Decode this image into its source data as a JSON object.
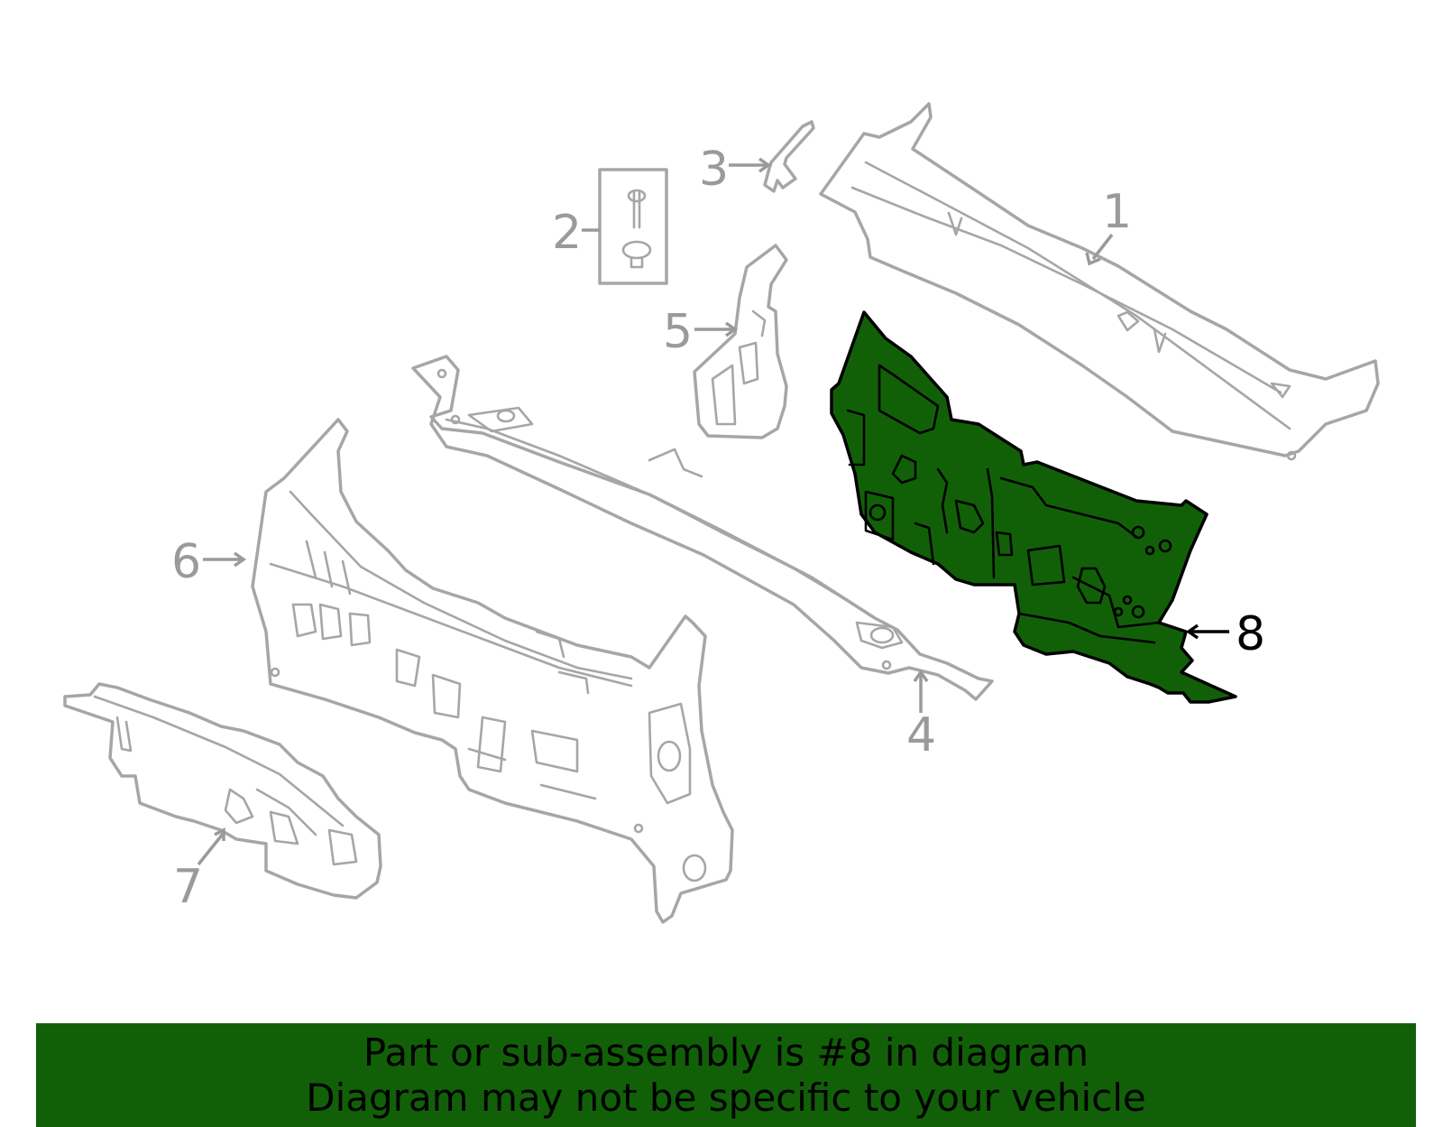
{
  "callouts": {
    "c1": "1",
    "c2": "2",
    "c3": "3",
    "c4": "4",
    "c5": "5",
    "c6": "6",
    "c7": "7",
    "c8": "8"
  },
  "banner": {
    "line1": "Part or sub-assembly is #8 in diagram",
    "line2": "Diagram may not be specific to your vehicle"
  },
  "colors": {
    "highlight": "#116008",
    "part_outline": "#a6a6a6",
    "banner_bg": "#116008"
  }
}
